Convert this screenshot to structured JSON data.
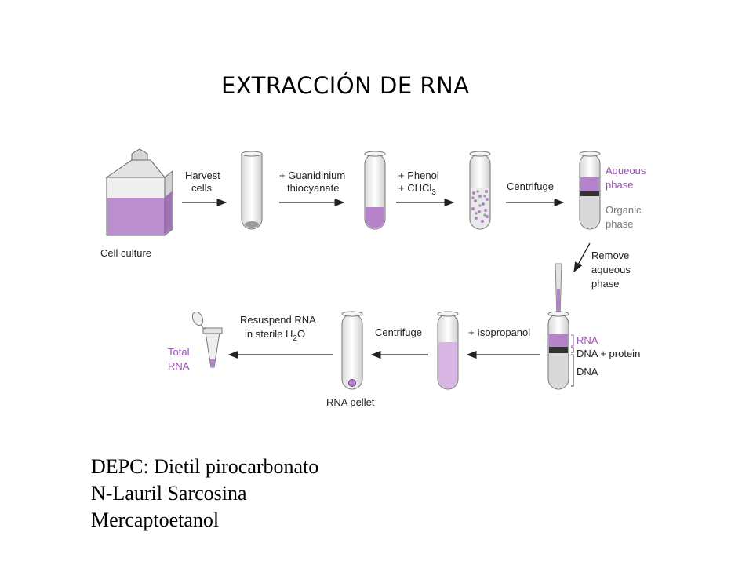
{
  "title": "EXTRACCIÓN DE RNA",
  "diagram": {
    "top_row": {
      "cell_culture": "Cell culture",
      "step1": [
        "Harvest",
        "cells"
      ],
      "step2": [
        "+ Guanidinium",
        "thiocyanate"
      ],
      "step3": [
        "+ Phenol",
        "+ CHCl"
      ],
      "step3_subscript": "3",
      "step4": "Centrifuge",
      "aqueous": [
        "Aqueous",
        "phase"
      ],
      "organic": [
        "Organic",
        "phase"
      ]
    },
    "transition": [
      "Remove",
      "aqueous",
      "phase"
    ],
    "bottom_row": {
      "layer_rna": "RNA",
      "layer_dna_protein": "DNA + protein",
      "layer_dna": "DNA",
      "step5": "+ Isopropanol",
      "step6": "Centrifuge",
      "pellet": "RNA pellet",
      "step7": [
        "Resuspend RNA",
        "in sterile H"
      ],
      "step7_subscript": "2",
      "step7_suffix": "O",
      "result": [
        "Total",
        "RNA"
      ]
    }
  },
  "notes": [
    "DEPC: Dietil pirocarbonato",
    "N-Lauril Sarcosina",
    "Mercaptoetanol"
  ],
  "colors": {
    "purple": "#b583c9",
    "purple_text": "#9b4fb6",
    "dark_band": "#333333"
  }
}
